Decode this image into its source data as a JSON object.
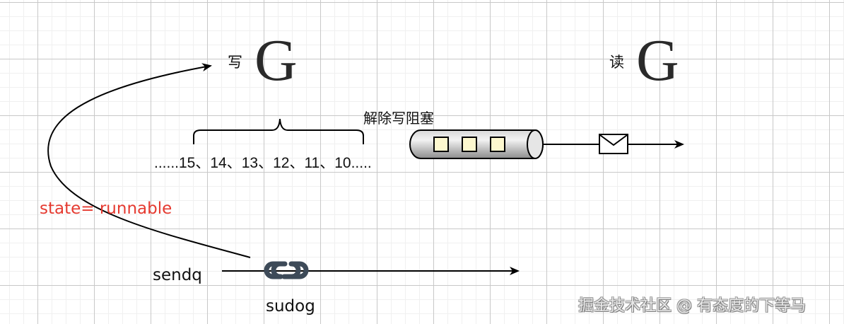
{
  "diagram": {
    "write_goroutine": {
      "label": "写",
      "glyph": "G"
    },
    "read_goroutine": {
      "label": "读",
      "glyph": "G"
    },
    "unblock_label": "解除写阻塞",
    "sequence": "......15、14、13、12、11、10.....",
    "state_label": "state= runnable",
    "sendq_label": "sendq",
    "sudog_label": "sudog",
    "channel_buffer": {
      "slots": 3,
      "slot_color": "#fdf8cf",
      "pipe_color": "#a8a8a8"
    },
    "icons": {
      "link": "link-icon",
      "envelope": "envelope-icon",
      "pipe": "queue-pipe-icon"
    },
    "colors": {
      "state_text": "#e53a30",
      "link_icon": "#3d4a58",
      "line": "#000000"
    },
    "watermark": "掘金技术社区 @ 有态度的下等马"
  }
}
